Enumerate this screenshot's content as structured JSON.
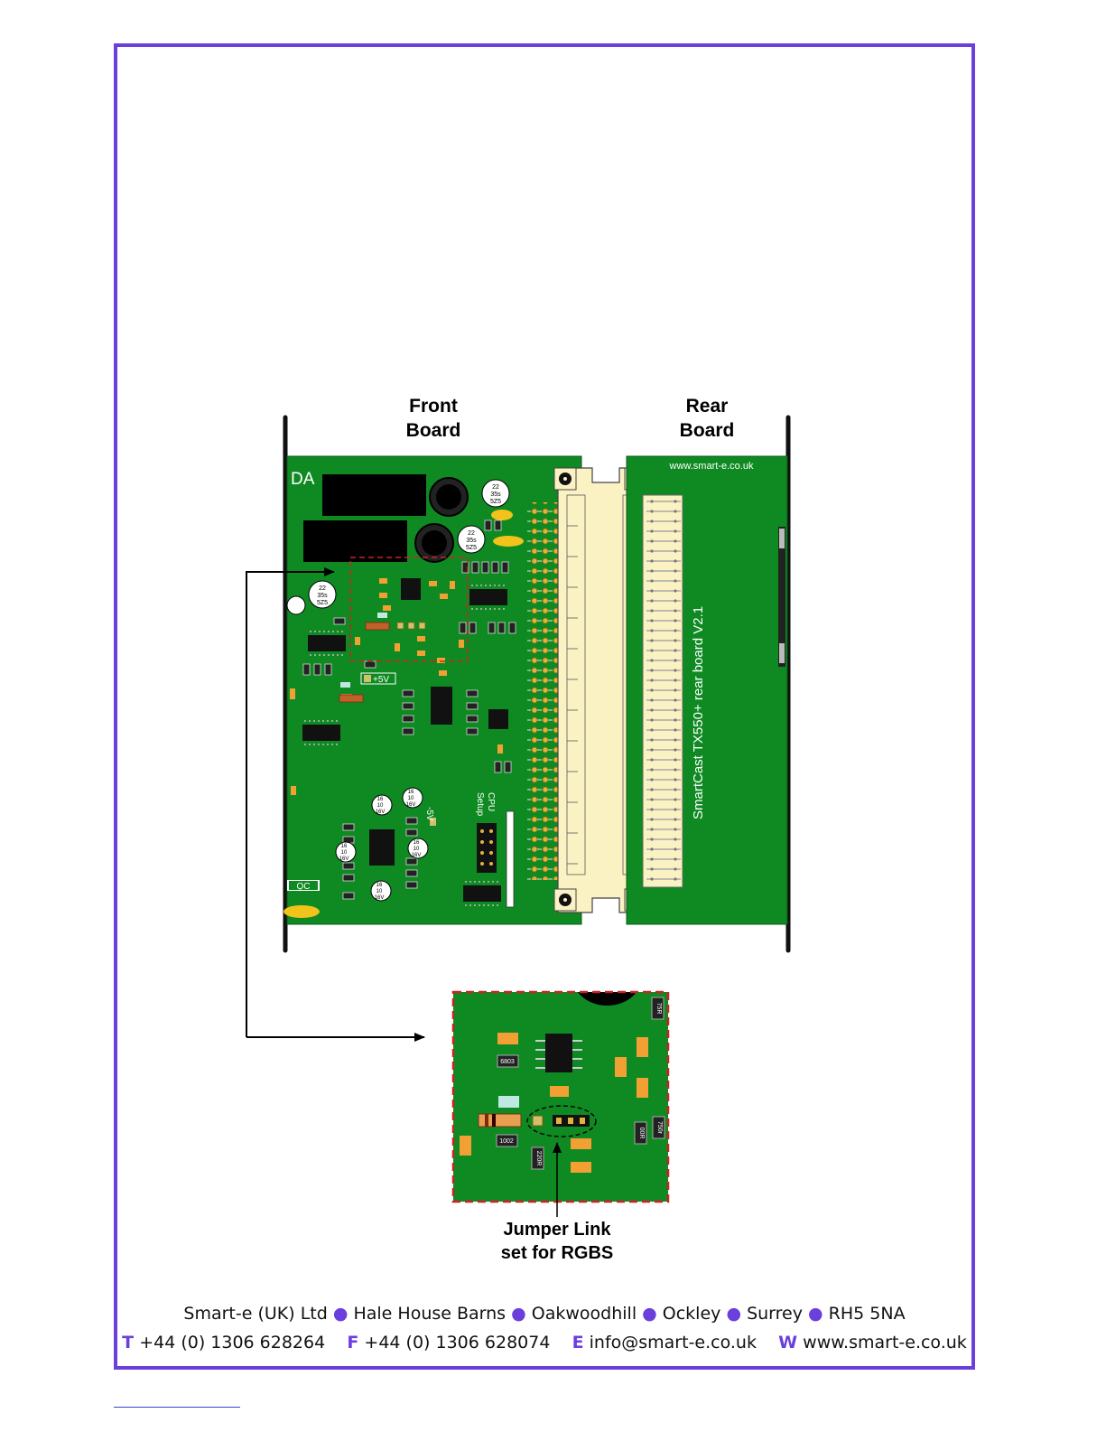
{
  "labels": {
    "front_board": [
      "Front",
      "Board"
    ],
    "rear_board": [
      "Rear",
      "Board"
    ],
    "da": "DA",
    "website_on_board": "www.smart-e.co.uk",
    "rear_board_text": "SmartCast TX550+   rear board   V2.1",
    "plus_5v": "+5V",
    "minus_5v": "-5V",
    "cpu_setup": [
      "CPU",
      "Setup"
    ],
    "qc": "QC",
    "jumper": [
      "Jumper Link",
      "set for RGBS"
    ]
  },
  "component_codes": {
    "cap_22_35": [
      "22",
      "35s",
      "5Z5"
    ],
    "cap_16_10": [
      "16",
      "10",
      "16V"
    ],
    "res_6803": "6803",
    "res_1002": "1002",
    "res_220r": "220R",
    "res_750": "750r",
    "res_75r": "75R",
    "res_00r": "00R"
  },
  "footer": {
    "address_parts": [
      "Smart-e (UK) Ltd",
      "Hale House Barns",
      "Oakwoodhill",
      "Ockley",
      "Surrey",
      "RH5 5NA"
    ],
    "contacts": [
      {
        "key": "T",
        "value": "+44 (0) 1306 628264"
      },
      {
        "key": "F",
        "value": "+44 (0) 1306 628074"
      },
      {
        "key": "E",
        "value": "info@smart-e.co.uk"
      },
      {
        "key": "W",
        "value": "www.smart-e.co.uk"
      }
    ]
  },
  "colors": {
    "frame": "#6a3fdc",
    "pcb": "#0f8a23",
    "connector": "#fbf2c4",
    "zoom_border": "#cc2222",
    "smd_orange": "#f2a033"
  }
}
